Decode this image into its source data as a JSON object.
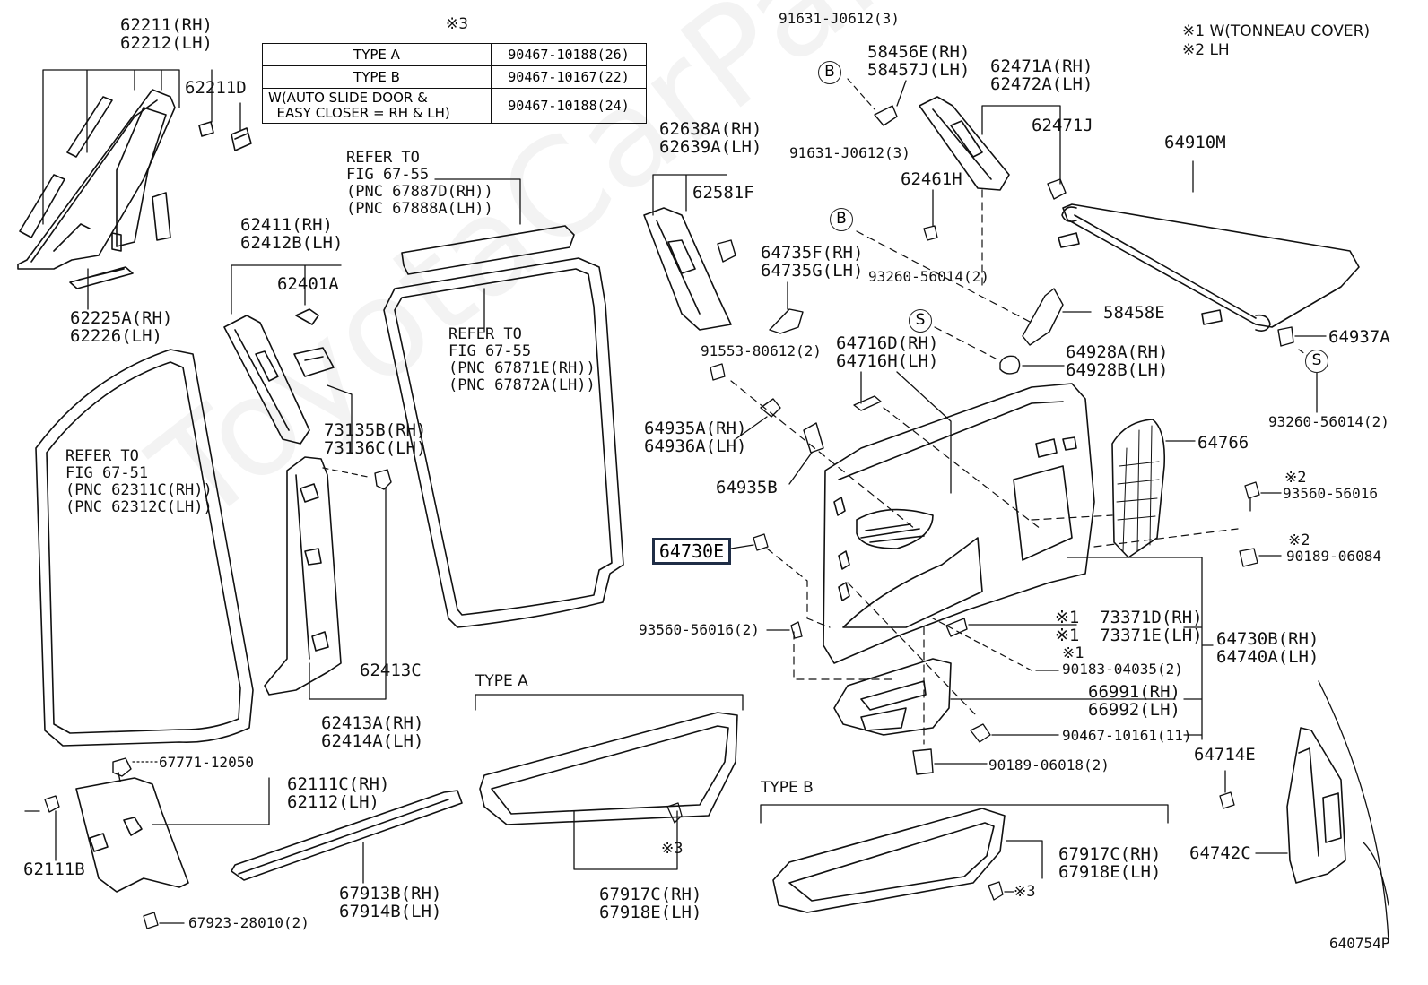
{
  "watermark": "ToyotaCarPartsOnline.ru",
  "legend": {
    "line1": "※1 W(TONNEAU COVER)",
    "line2": "※2 LH"
  },
  "table": {
    "title": "※3",
    "rows": [
      {
        "type": "TYPE A",
        "part": "90467-10188(26)"
      },
      {
        "type": "TYPE B",
        "part": "90467-10167(22)"
      },
      {
        "type": "W(AUTO SLIDE DOOR &\n  EASY CLOSER = RH & LH)",
        "part": "90467-10188(24)"
      }
    ]
  },
  "refer": {
    "r1": "REFER TO\nFIG 67-55\n(PNC 67887D(RH))\n(PNC 67888A(LH))",
    "r2": "REFER TO\nFIG 67-55\n(PNC 67871E(RH))\n(PNC 67872A(LH))",
    "r3": "REFER TO\nFIG 67-51\n(PNC 62311C(RH))\n(PNC 62312C(LH))"
  },
  "types": {
    "a": "TYPE A",
    "b": "TYPE B"
  },
  "circles": {
    "b": "B",
    "s": "S"
  },
  "selected": "64730E",
  "labels": {
    "p62211": "62211(RH)\n62212(LH)",
    "p62211D": "62211D",
    "p62225A": "62225A(RH)\n62226(LH)",
    "p62411": "62411(RH)\n62412B(LH)",
    "p62401A": "62401A",
    "p73135B": "73135B(RH)\n73136C(LH)",
    "p62413C": "62413C",
    "p62413A": "62413A(RH)\n62414A(LH)",
    "p67771": "67771-12050",
    "p62111C": "62111C(RH)\n62112(LH)",
    "p62111B": "62111B",
    "p67923": "67923-28010(2)",
    "p67913B": "67913B(RH)\n67914B(LH)",
    "p67917C_a": "67917C(RH)\n67918E(LH)",
    "star3_a": "※3",
    "p62638A": "62638A(RH)\n62639A(LH)",
    "p62581F": "62581F",
    "p64735F": "64735F(RH)\n64735G(LH)",
    "p91553": "91553-80612(2)",
    "p64935A": "64935A(RH)\n64936A(LH)",
    "p64935B": "64935B",
    "p93560_2": "93560-56016(2)",
    "p91631a": "91631-J0612(3)",
    "p58456E": "58456E(RH)\n58457J(LH)",
    "p91631b": "91631-J0612(3)",
    "p62471A": "62471A(RH)\n62472A(LH)",
    "p62471J": "62471J",
    "p62461H": "62461H",
    "p64910M": "64910M",
    "p93260a": "93260-56014(2)",
    "p58458E": "58458E",
    "p64716D": "64716D(RH)\n64716H(LH)",
    "p64928A": "64928A(RH)\n64928B(LH)",
    "p64937A": "64937A",
    "p93260b": "93260-56014(2)",
    "p64766": "64766",
    "star2a": "※2",
    "p93560": "93560-56016",
    "star2b": "※2",
    "p90189a": "90189-06084",
    "p73371D": "※1  73371D(RH)\n※1  73371E(LH)",
    "star1": "※1",
    "p90183": "90183-04035(2)",
    "p64730B": "64730B(RH)\n64740A(LH)",
    "p66991": "66991(RH)\n66992(LH)",
    "p90467": "90467-10161(11)",
    "p90189b": "90189-06018(2)",
    "p64714E": "64714E",
    "p64742C": "64742C",
    "p67917C_b": "67917C(RH)\n67918E(LH)",
    "star3_b": "※3",
    "figno": "640754P"
  }
}
